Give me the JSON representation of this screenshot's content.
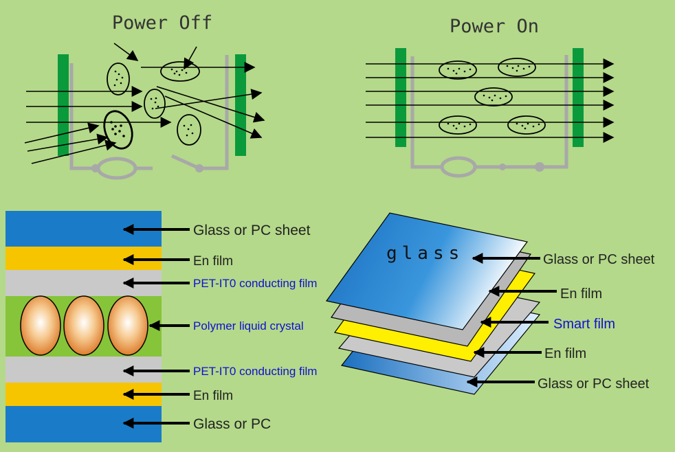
{
  "panels": {
    "power_off": {
      "title": "Power Off"
    },
    "power_on": {
      "title": "Power On"
    }
  },
  "cross_section": {
    "labels": [
      "Glass or PC sheet",
      "En film",
      "PET-IT0 conducting film",
      "Polymer liquid crystal",
      "PET-IT0 conducting film",
      "En film",
      "Glass or PC"
    ]
  },
  "exploded_view": {
    "glass_text": "glass",
    "labels": [
      "Glass or PC sheet",
      "En film",
      "Smart film",
      "En film",
      "Glass or PC sheet"
    ]
  },
  "colors": {
    "background": "#b4d98a",
    "electrode": "#0a9a3c",
    "glass": "#1a7cc8",
    "en_film": "#f7c400",
    "conducting": "#c9c9c9",
    "liquid_crystal_bg": "#86c43a",
    "smart_film": "#ffef00",
    "blue_label": "#1010d0",
    "wire": "#a8a8a8"
  }
}
